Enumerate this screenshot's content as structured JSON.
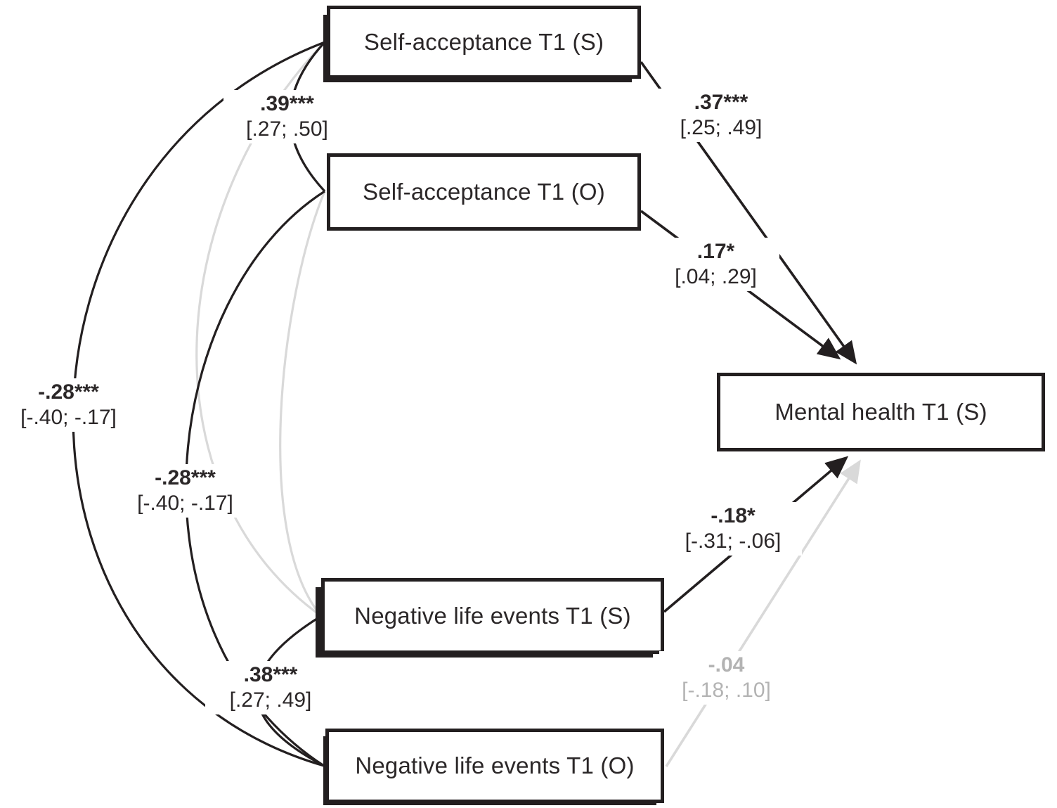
{
  "colors": {
    "ink": "#231f20",
    "grey_line": "#d9d9d9",
    "grey_text": "#b3b3b3",
    "background": "#ffffff"
  },
  "nodes": {
    "sa_s": {
      "label": "Self-acceptance T1 (S)"
    },
    "sa_o": {
      "label": "Self-acceptance T1 (O)"
    },
    "nle_s": {
      "label": "Negative life events T1 (S)"
    },
    "nle_o": {
      "label": "Negative life events T1 (O)"
    },
    "mh_s": {
      "label": "Mental health T1 (S)"
    }
  },
  "correlations": {
    "sas_sao": {
      "estimate": ".39***",
      "ci": "[.27; .50]",
      "color": "black"
    },
    "sas_nleo": {
      "estimate": "-.28***",
      "ci": "[-.40; -.17]",
      "color": "black"
    },
    "sao_nleo": {
      "estimate": "-.28***",
      "ci": "[-.40; -.17]",
      "color": "black"
    },
    "nles_nleo": {
      "estimate": ".38***",
      "ci": "[.27; .49]",
      "color": "black"
    },
    "sas_nles": {
      "estimate": "",
      "ci": "",
      "color": "grey"
    },
    "sao_nles": {
      "estimate": "",
      "ci": "",
      "color": "grey"
    }
  },
  "paths": {
    "sas_mh": {
      "estimate": ".37***",
      "ci": "[.25; .49]",
      "color": "black"
    },
    "sao_mh": {
      "estimate": ".17*",
      "ci": "[.04; .29]",
      "color": "black"
    },
    "nles_mh": {
      "estimate": "-.18*",
      "ci": "[-.31; -.06]",
      "color": "black"
    },
    "nleo_mh": {
      "estimate": "-.04",
      "ci": "[-.18; .10]",
      "color": "grey"
    }
  }
}
